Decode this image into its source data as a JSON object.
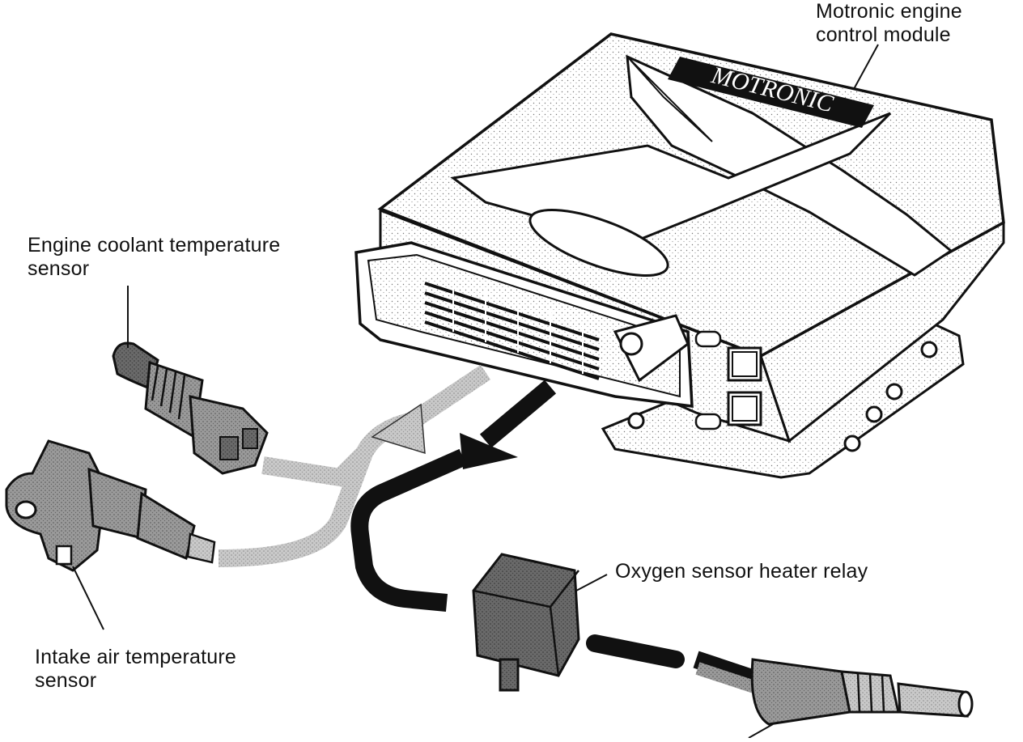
{
  "labels": {
    "ecm": {
      "line1": "Motronic engine",
      "line2": "control module"
    },
    "ect": {
      "line1": "Engine coolant temperature",
      "line2": "sensor"
    },
    "iat": {
      "line1": "Intake air temperature",
      "line2": "sensor"
    },
    "relay": {
      "line1": "Oxygen sensor heater relay"
    }
  },
  "logo_text": "MOTRONIC"
}
